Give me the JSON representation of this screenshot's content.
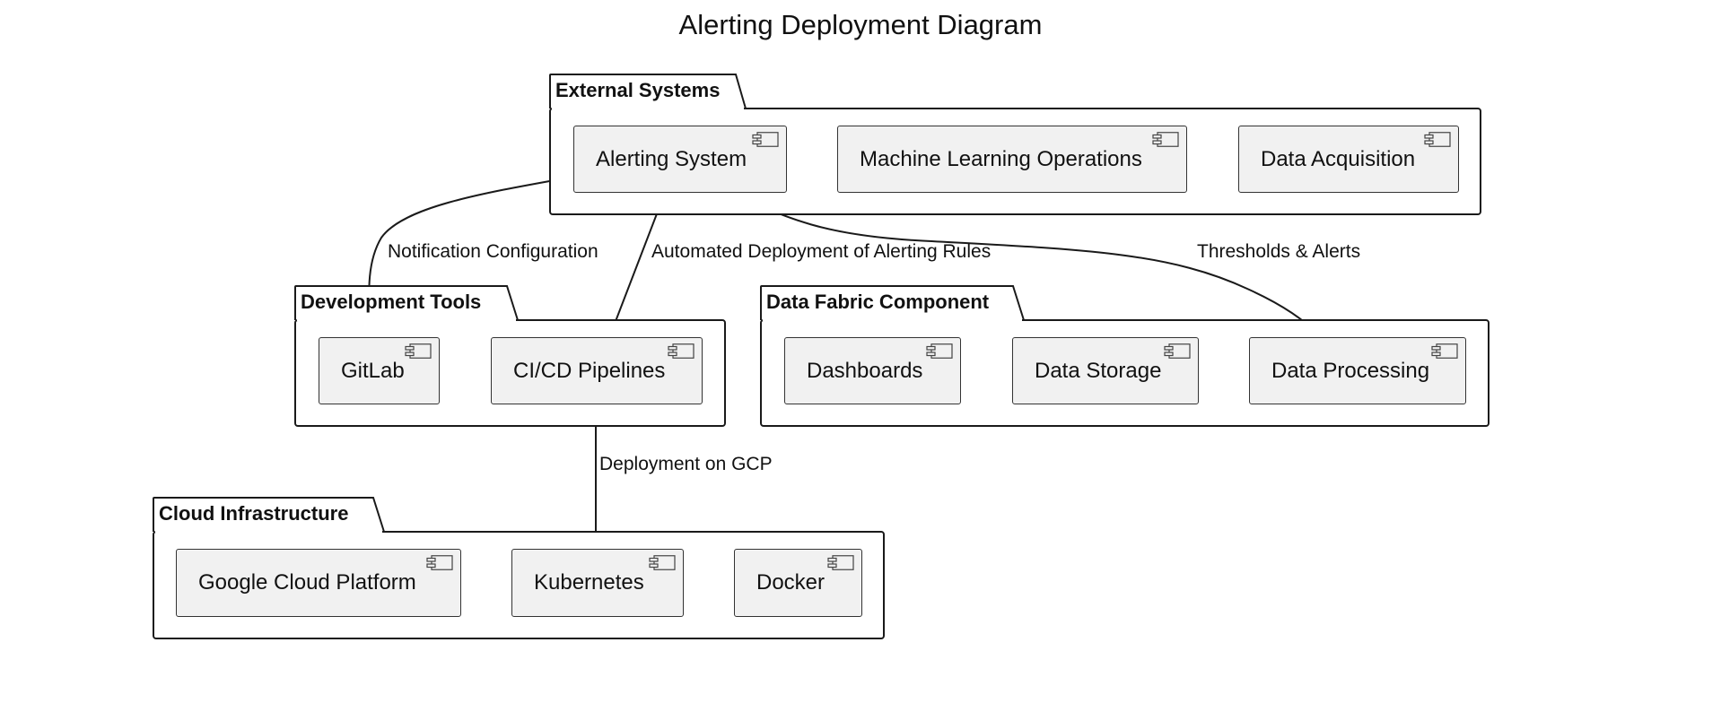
{
  "diagram": {
    "title": "Alerting Deployment Diagram",
    "packages": [
      {
        "id": "external",
        "label": "External Systems",
        "components": [
          "Alerting System",
          "Machine Learning Operations",
          "Data Acquisition"
        ]
      },
      {
        "id": "devtools",
        "label": "Development Tools",
        "components": [
          "GitLab",
          "CI/CD Pipelines"
        ]
      },
      {
        "id": "datafabric",
        "label": "Data Fabric Component",
        "components": [
          "Dashboards",
          "Data Storage",
          "Data Processing"
        ]
      },
      {
        "id": "cloud",
        "label": "Cloud Infrastructure",
        "components": [
          "Google Cloud Platform",
          "Kubernetes",
          "Docker"
        ]
      }
    ],
    "edges": [
      {
        "from": "Alerting System",
        "to": "GitLab",
        "label": "Notification Configuration"
      },
      {
        "from": "Alerting System",
        "to": "CI/CD Pipelines",
        "label": "Automated Deployment of Alerting Rules"
      },
      {
        "from": "Alerting System",
        "to": "Data Processing",
        "label": "Thresholds & Alerts"
      },
      {
        "from": "CI/CD Pipelines",
        "to": "Kubernetes",
        "label": "Deployment on GCP"
      }
    ]
  }
}
